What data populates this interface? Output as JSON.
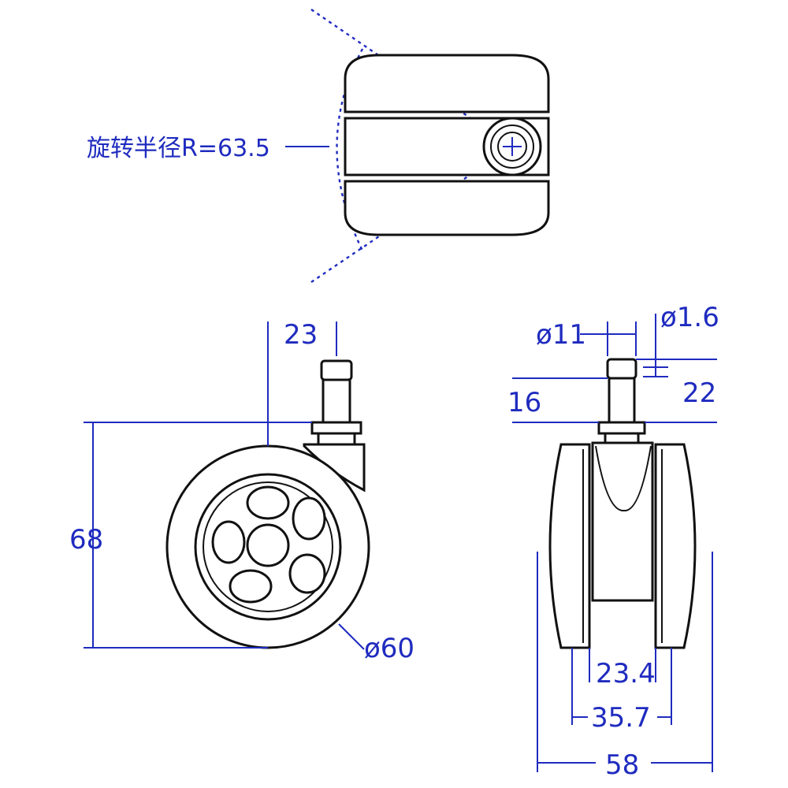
{
  "dimensions": {
    "rotation_radius": "旋转半径R=63.5",
    "stem_offset": "23",
    "total_height": "68",
    "wheel_diameter": "ø60",
    "stem_diameter": "ø11",
    "groove_diameter": "ø1.6",
    "stem_length": "16",
    "stem_total": "22",
    "inner_gap": "23.4",
    "outer_gap": "35.7",
    "total_width": "58"
  },
  "colors": {
    "dimension": "#1f2bbf",
    "outline": "#111111"
  }
}
